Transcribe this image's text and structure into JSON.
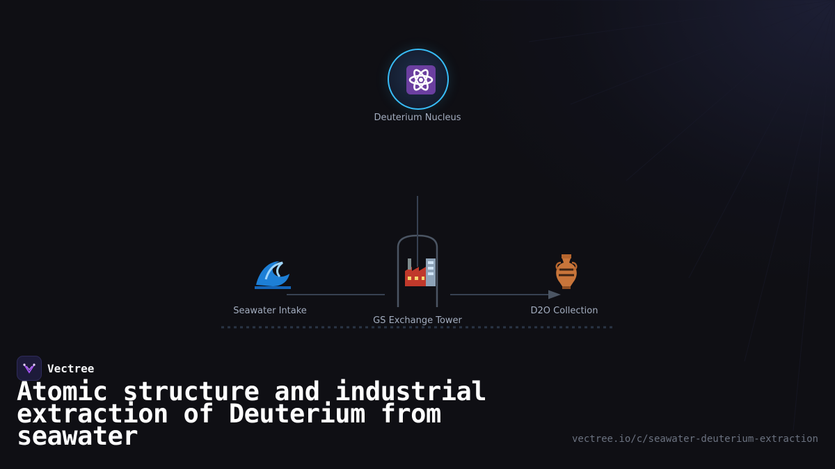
{
  "diagram": {
    "nodes": {
      "nucleus": {
        "label": "Deuterium Nucleus",
        "icon": "atom-icon"
      },
      "intake": {
        "label": "Seawater Intake",
        "icon": "wave-icon"
      },
      "tower": {
        "label": "GS Exchange Tower",
        "icon": "factory-icon"
      },
      "collection": {
        "label": "D2O Collection",
        "icon": "amphora-icon"
      }
    },
    "colors": {
      "accent": "#38bdf8",
      "edge": "#374151",
      "label": "#a3adbf",
      "background": "#0f0f14"
    }
  },
  "brand": {
    "name": "Vectree"
  },
  "title": "Atomic structure and industrial extraction of Deuterium from seawater",
  "url": "vectree.io/c/seawater-deuterium-extraction"
}
